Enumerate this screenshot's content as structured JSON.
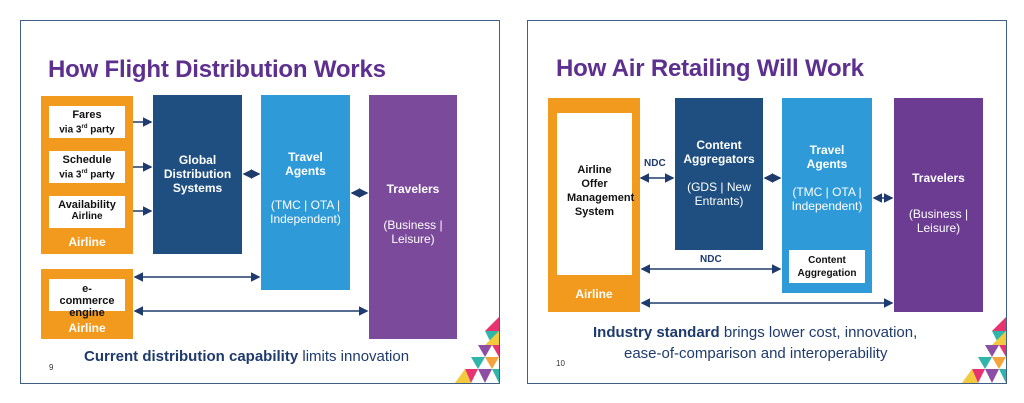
{
  "left_slide": {
    "title": "How Flight Distribution Works",
    "airline_top": {
      "fares_title": "Fares",
      "fares_sub_pre": "via 3",
      "fares_sup": "rd",
      "fares_sub_post": " party",
      "schedule_title": "Schedule",
      "schedule_sub_pre": "via 3",
      "schedule_sup": "rd",
      "schedule_sub_post": " party",
      "availability_title": "Availability",
      "availability_sub": "Airline",
      "label": "Airline"
    },
    "gds_label": "Global Distribution Systems",
    "travel_agents_title": "Travel Agents",
    "travel_agents_sub": "(TMC | OTA | Independent)",
    "travelers_title": "Travelers",
    "travelers_sub": "(Business | Leisure)",
    "airline_bottom": {
      "ecommerce": "e-commerce engine",
      "label": "Airline"
    },
    "caption_bold": "Current distribution capability",
    "caption_rest": " limits innovation",
    "page_number": "9"
  },
  "right_slide": {
    "title": "How Air Retailing Will Work",
    "airline_box_text": "Airline Offer Management System",
    "airline_label": "Airline",
    "ndc_label_top": "NDC",
    "content_aggregators_title": "Content Aggregators",
    "content_aggregators_sub": "(GDS | New Entrants)",
    "travel_agents_title": "Travel Agents",
    "travel_agents_sub": "(TMC | OTA | Independent)",
    "content_aggregation": "Content Aggregation",
    "ndc_label_bottom": "NDC",
    "travelers_title": "Travelers",
    "travelers_sub": "(Business | Leisure)",
    "caption_bold": "Industry standard",
    "caption_rest_1": " brings lower cost, innovation,",
    "caption_line2": "ease-of-comparison and interoperability",
    "page_number": "10"
  },
  "colors": {
    "airline_orange": "#f29a1d",
    "gds_navy": "#1f4f80",
    "agents_blue": "#2f9ad8",
    "travelers_purple": "#7b4a9b",
    "title_purple": "#5d2f8f",
    "arrow_navy": "#1f3b6d"
  }
}
